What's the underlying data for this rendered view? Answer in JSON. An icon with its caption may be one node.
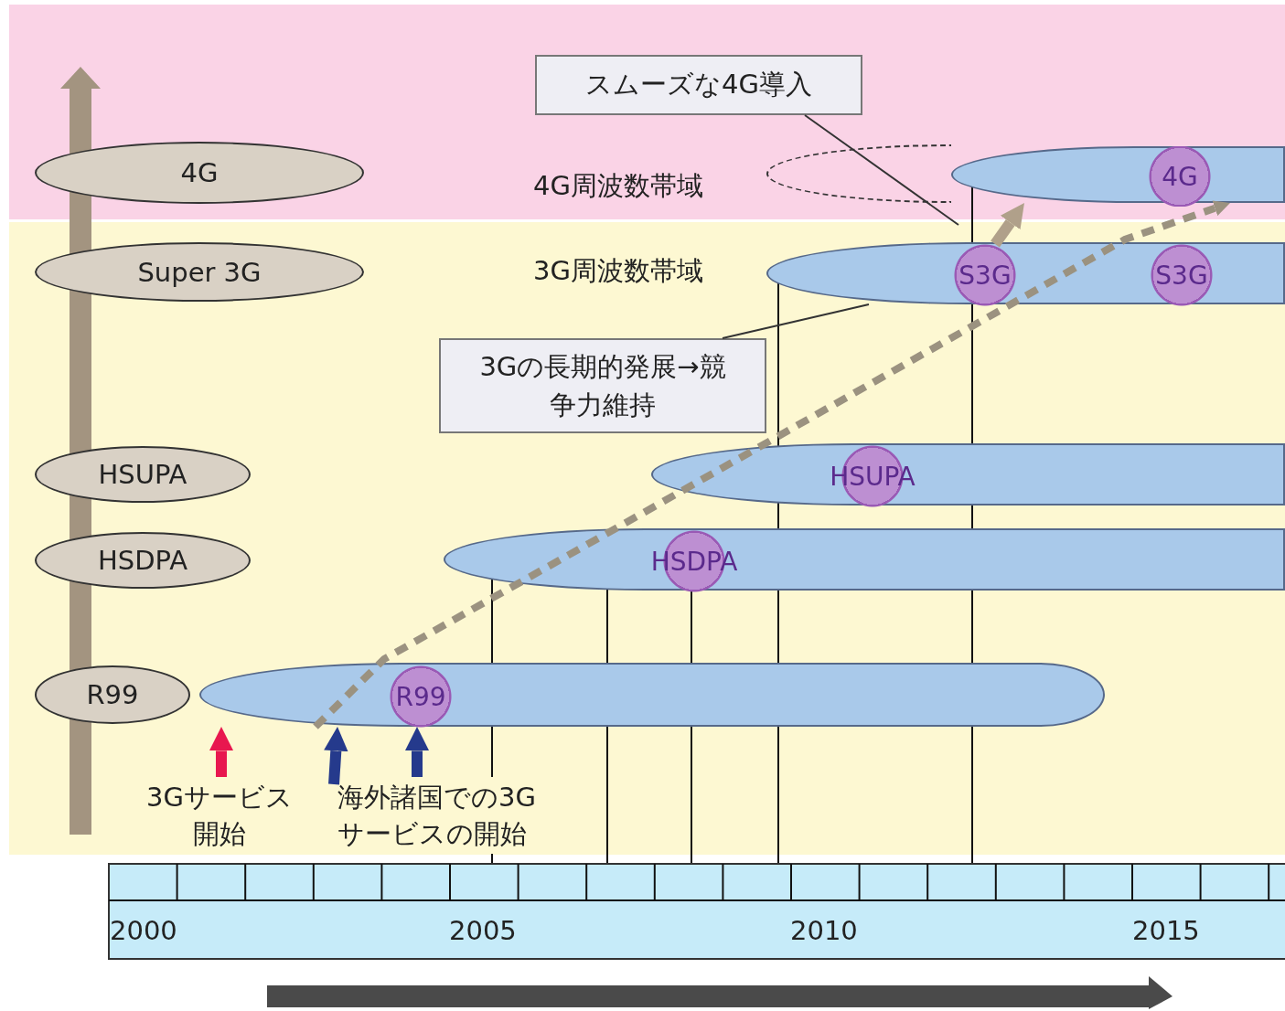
{
  "diagram": {
    "nodes": [
      {
        "text": [
          "4G"
        ]
      },
      {
        "text": [
          "Super 3G"
        ]
      },
      {
        "text": [
          "HSUPA"
        ]
      },
      {
        "text": [
          "HSDPA"
        ]
      },
      {
        "text": [
          "R99"
        ]
      },
      {
        "text": [
          "スムーズな4G導入"
        ]
      },
      {
        "text": [
          "3Gの長期的発展→競争力維持"
        ]
      },
      {
        "text": [],
        "shape": "ellipse"
      },
      {
        "text": [],
        "shape": "ellipse"
      },
      {
        "text": [
          "4G"
        ],
        "in": 8
      },
      {
        "text": [],
        "shape": "ellipse"
      },
      {
        "text": [
          "S3G"
        ],
        "in": 10
      },
      {
        "text": [
          "S3G"
        ],
        "in": 10
      },
      {
        "text": [],
        "shape": "ellipse"
      },
      {
        "text": [
          "HSUPA"
        ],
        "in": 13
      },
      {
        "text": [],
        "shape": "ellipse"
      },
      {
        "text": [
          "HSDPA"
        ],
        "in": 15
      },
      {
        "text": [],
        "shape": "ellipse"
      },
      {
        "text": [
          "R99"
        ],
        "in": 17
      },
      {
        "text": [
          "3Gサービス開始"
        ]
      },
      {
        "text": [
          "海外諸国での3Gサービスの開始"
        ]
      }
    ],
    "edges": [
      {
        "from": 17,
        "to": 8,
        "arrow": "to",
        "style": "dashed",
        "color": "#9b9280"
      },
      {
        "from": 11,
        "to": 8,
        "arrow": "to",
        "color": "#b0a08a"
      },
      {
        "from": 5,
        "to": null,
        "arrow": "none"
      },
      {
        "from": 6,
        "to": 10,
        "arrow": "none"
      },
      {
        "from": 19,
        "to": 17,
        "arrow": "to",
        "color": "#e8174f"
      },
      {
        "from": 20,
        "to": 17,
        "arrow": "to",
        "color": "#253a8c"
      },
      {
        "from": 20,
        "to": 17,
        "arrow": "to",
        "color": "#253a8c"
      }
    ],
    "labels": [
      "4G周波数帯域",
      "3G周波数帯域",
      "2000",
      "2005",
      "2010",
      "2015"
    ]
  }
}
